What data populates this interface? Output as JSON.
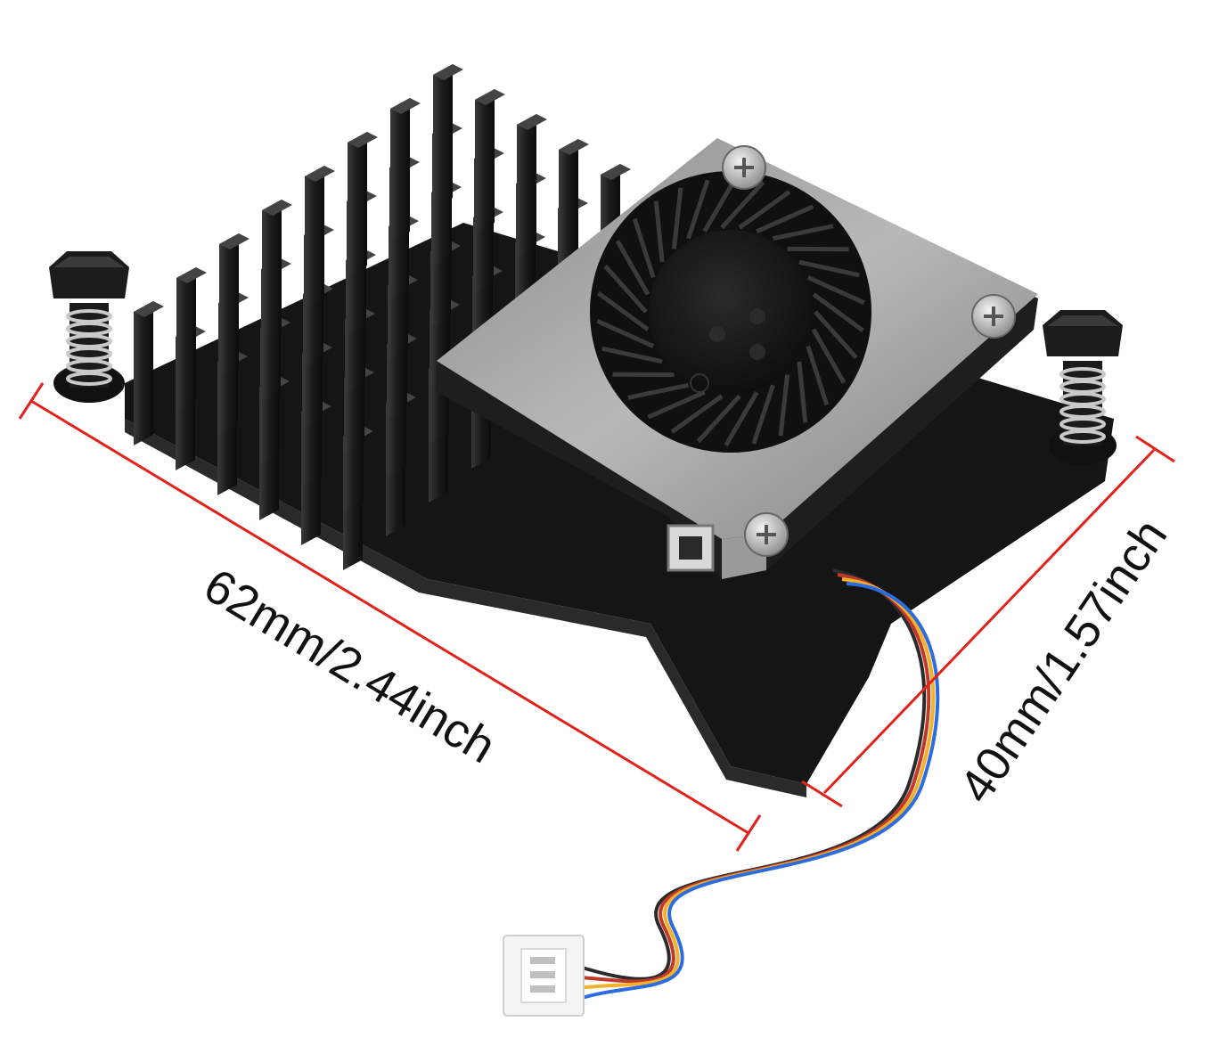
{
  "product": {
    "name_icon": "heatsink-with-blower-fan",
    "cable_wire_colors": [
      "#2b2b2b",
      "#c0392b",
      "#f1b12a",
      "#2d6cdf"
    ]
  },
  "dimensions": {
    "length_label": "62mm/2.44inch",
    "width_label": "40mm/1.57inch",
    "line_color": "#e0221b"
  }
}
